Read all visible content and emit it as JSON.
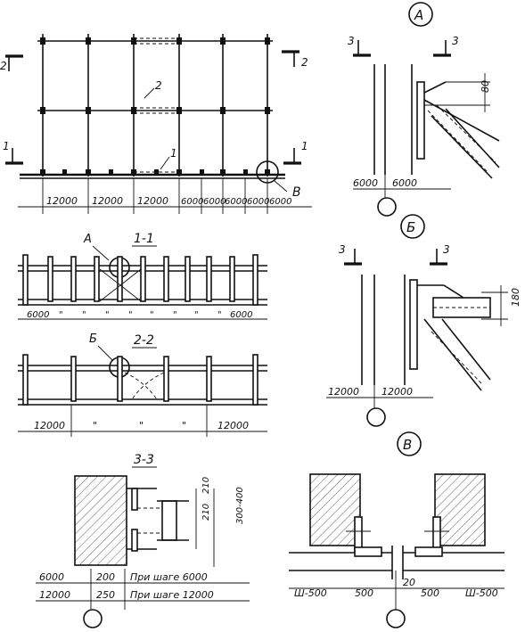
{
  "plan": {
    "section_marks": [
      "1",
      "1",
      "2",
      "2"
    ],
    "member_labels": [
      "1",
      "2"
    ],
    "detail_callout": "В",
    "spans": [
      "12000",
      "12000",
      "12000",
      "6000",
      "6000",
      "6000",
      "6000",
      "6000"
    ]
  },
  "section_1_1": {
    "title": "1-1",
    "callout": "А",
    "spans": [
      "6000",
      "\"",
      "\"",
      "\"",
      "\"",
      "\"",
      "\"",
      "\"",
      "\"",
      "6000"
    ]
  },
  "section_2_2": {
    "title": "2-2",
    "callout": "Б",
    "spans": [
      "12000",
      "\"",
      "\"",
      "\"",
      "12000"
    ]
  },
  "detail_a": {
    "title": "А",
    "section_marks": [
      "3",
      "3"
    ],
    "dim": "80",
    "spans": [
      "6000",
      "6000"
    ]
  },
  "detail_b": {
    "title": "Б",
    "section_marks": [
      "3",
      "3"
    ],
    "dim": "180",
    "spans": [
      "12000",
      "12000"
    ]
  },
  "section_3_3": {
    "title": "3-3",
    "dims": [
      "210",
      "210",
      "300-400"
    ],
    "rows": [
      {
        "span": "6000",
        "dim": "200",
        "note": "При шаге 6000"
      },
      {
        "span": "12000",
        "dim": "250",
        "note": "При шаге 12000"
      }
    ]
  },
  "detail_v": {
    "title": "В",
    "dims": [
      "Ш-500",
      "500",
      "20",
      "500",
      "Ш-500"
    ]
  }
}
